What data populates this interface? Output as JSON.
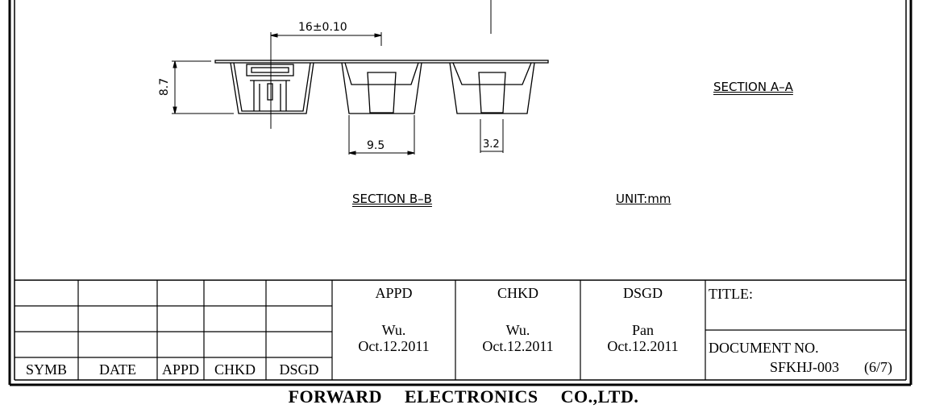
{
  "drawing": {
    "dimensions": {
      "pitch": "16±0.10",
      "height": "8.7",
      "pocket_width": "9.5",
      "hole_width": "3.2"
    },
    "labels": {
      "section_a": "SECTION A–A",
      "section_b": "SECTION B–B",
      "unit": "UNIT:mm"
    }
  },
  "title_block": {
    "revision_headers": [
      "SYMB",
      "DATE",
      "APPD",
      "CHKD",
      "DSGD"
    ],
    "approvals": [
      {
        "role": "APPD",
        "name": "Wu.",
        "date": "Oct.12.2011"
      },
      {
        "role": "CHKD",
        "name": "Wu.",
        "date": "Oct.12.2011"
      },
      {
        "role": "DSGD",
        "name": "Pan",
        "date": "Oct.12.2011"
      }
    ],
    "title_label": "TITLE:",
    "document_no_label": "DOCUMENT NO.",
    "document_no": "SFKHJ-003",
    "page": "(6/7)"
  },
  "footer": {
    "company": "FORWARD ELECTRONICS CO.,LTD."
  }
}
